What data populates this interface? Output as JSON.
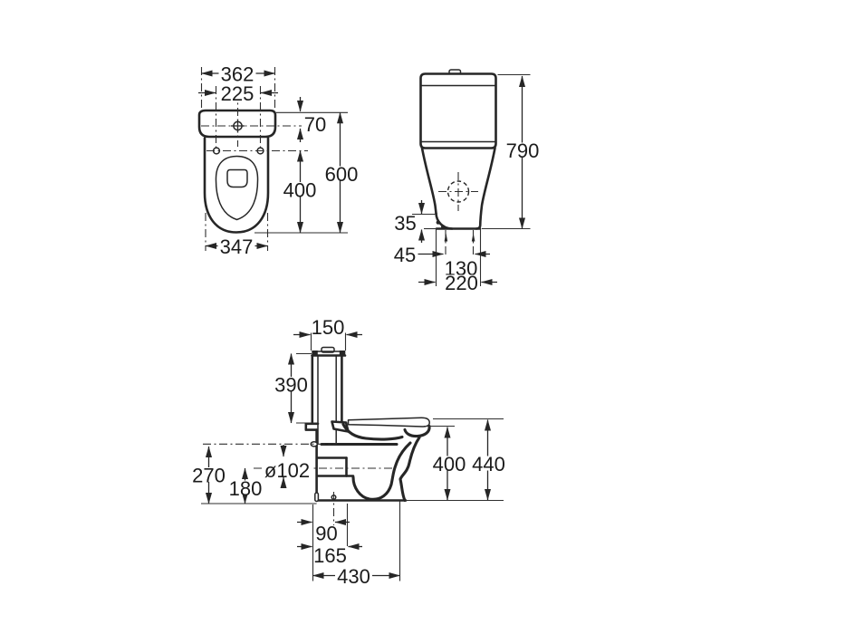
{
  "drawing": {
    "product": "close-coupled-toilet-technical-drawing",
    "line_color": "#262626",
    "background": "#ffffff",
    "views": {
      "top": {
        "name": "top-view",
        "dims": {
          "tank_width": "362",
          "hole_spacing": "225",
          "inlet_offset": "70",
          "total_depth": "600",
          "hole_to_front": "400",
          "bowl_width": "347"
        }
      },
      "front": {
        "name": "front-view",
        "dims": {
          "total_height": "790",
          "inlet_height": "35",
          "inlet_to_bolt": "45",
          "bolt_spacing": "130",
          "base_width": "220"
        }
      },
      "side": {
        "name": "side-view",
        "dims": {
          "tank_depth": "150",
          "tank_height": "390",
          "fixing_height": "270",
          "outlet_height": "180",
          "outlet_diameter": "ø102",
          "rim_height": "400",
          "lid_height": "440",
          "bolt_from_wall": "90",
          "outlet_from_wall": "165",
          "base_depth": "430"
        }
      }
    }
  }
}
